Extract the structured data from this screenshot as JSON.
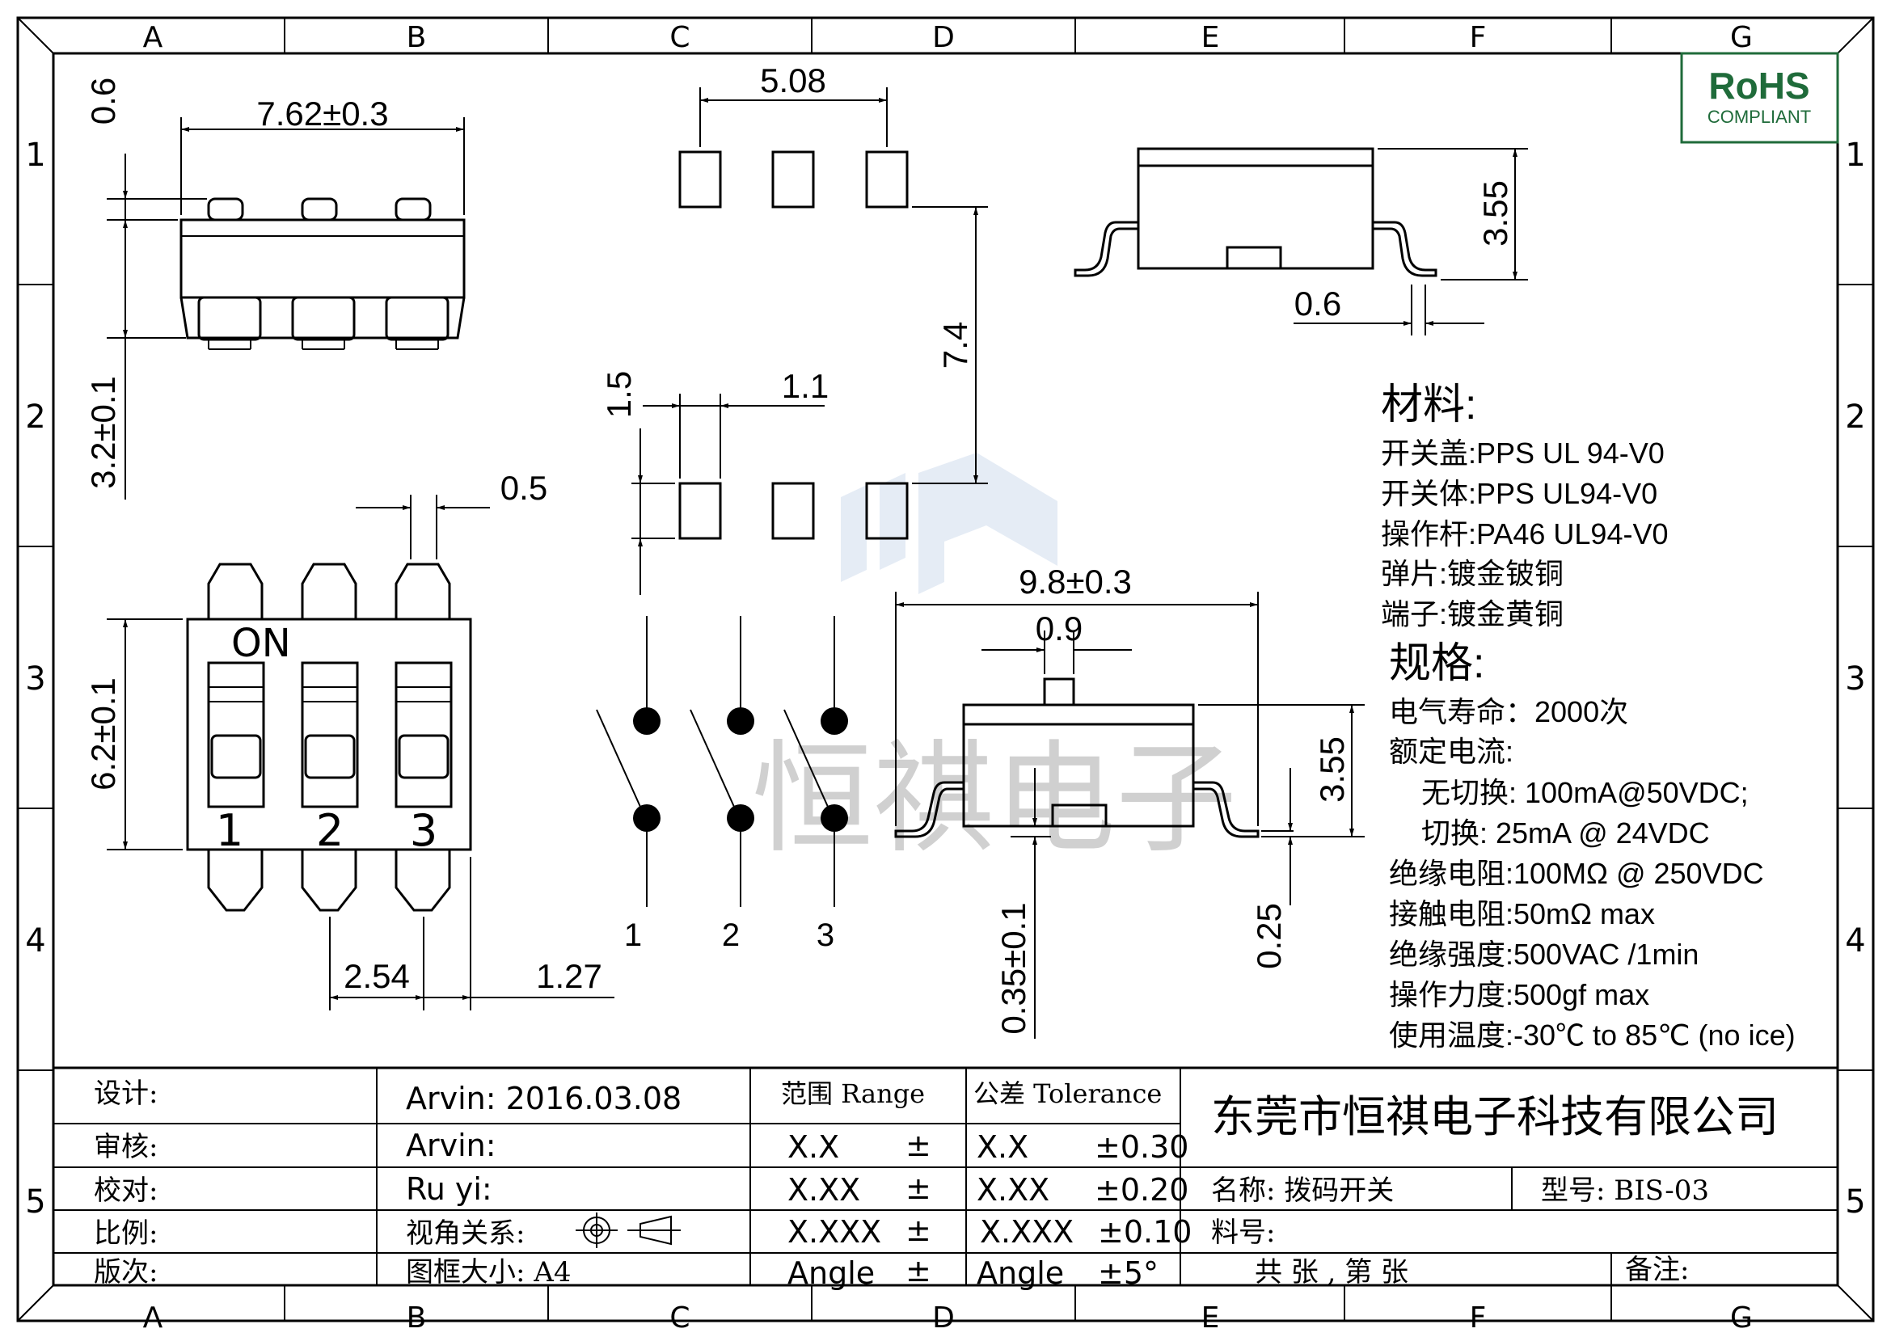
{
  "frame": {
    "columns": [
      "A",
      "B",
      "C",
      "D",
      "E",
      "F",
      "G"
    ],
    "rows": [
      "1",
      "2",
      "3",
      "4",
      "5"
    ]
  },
  "badge": {
    "main": "RoHS",
    "sub": "COMPLIANT",
    "color": "#1f6b3a"
  },
  "dims": {
    "d762": "7.62±0.3",
    "d06a": "0.6",
    "d32": "3.2±0.1",
    "d508": "5.08",
    "d74": "7.4",
    "d15": "1.5",
    "d11": "1.1",
    "d355a": "3.55",
    "d06b": "0.6",
    "d05": "0.5",
    "d62": "6.2±0.1",
    "d254": "2.54",
    "d127": "1.27",
    "d98": "9.8±0.3",
    "d09": "0.9",
    "d355b": "3.55",
    "d035": "0.35±0.1",
    "d025": "0.25"
  },
  "switch": {
    "on": "ON",
    "labels": [
      "1",
      "2",
      "3"
    ]
  },
  "schematic": {
    "labels": [
      "1",
      "2",
      "3"
    ]
  },
  "materials": {
    "title": "材料:",
    "lines": [
      "开关盖:PPS UL 94-V0",
      "开关体:PPS  UL94-V0",
      "操作杆:PA46  UL94-V0",
      "弹片:镀金铍铜",
      "端子:镀金黄铜"
    ]
  },
  "specs": {
    "title": "规格:",
    "lines": [
      "电气寿命：2000次",
      "额定电流:",
      "无切换: 100mA@50VDC;",
      "切换: 25mA @ 24VDC",
      "绝缘电阻:100MΩ  @ 250VDC",
      "接触电阻:50mΩ  max",
      "绝缘强度:500VAC /1min",
      "操作力度:500gf max",
      "使用温度:-30℃ to 85℃ (no ice)"
    ]
  },
  "watermark": "恒祺电子",
  "titleblock": {
    "labels": [
      "设计:",
      "审核:",
      "校对:",
      "比例:",
      "版次:"
    ],
    "values": [
      "Arvin:  2016.03.08",
      "Arvin:",
      "Ru  yi:",
      "视角关系:",
      "图框大小:   A4"
    ],
    "range_header": "范围 Range",
    "tol_header": "公差 Tolerance",
    "range": [
      "X.X",
      "X.XX",
      "X.XXX",
      "Angle"
    ],
    "pm": "±",
    "tol_name": [
      "X.X",
      "X.XX",
      "X.XXX",
      "Angle"
    ],
    "tol_val": [
      "±0.30",
      "±0.20",
      "±0.10",
      "±5°"
    ],
    "company": "东莞市恒祺电子科技有限公司",
    "name": "名称: 拨码开关",
    "model": "型号: BIS-03",
    "material_no": "料号:",
    "sheets": "共    张 , 第    张",
    "remark": "备注:"
  }
}
